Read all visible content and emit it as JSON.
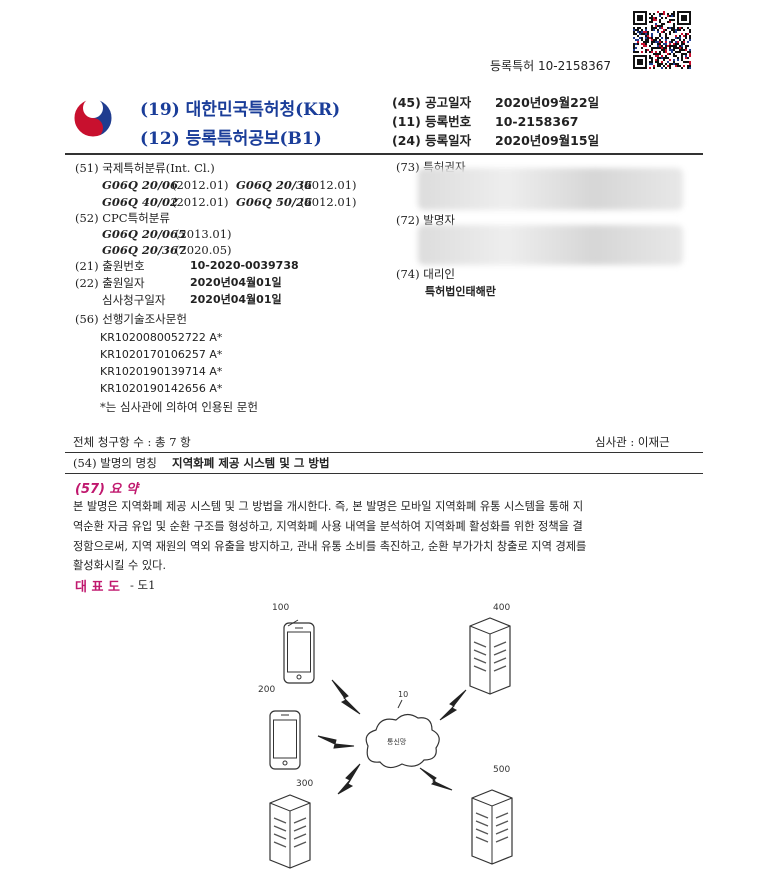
{
  "header": {
    "registration_label": "등록특허 10-2158367",
    "office": "(19) 대한민국특허청(KR)",
    "publication_type": "(12) 등록특허공보(B1)",
    "pub_date_label": "(45) 공고일자",
    "pub_date": "2020년09월22일",
    "reg_no_label": "(11) 등록번호",
    "reg_no": "10-2158367",
    "reg_date_label": "(24) 등록일자",
    "reg_date": "2020년09월15일"
  },
  "left": {
    "ipc_label": "(51) 국제특허분류(Int. Cl.)",
    "ipc": [
      {
        "code": "G06Q 20/06",
        "year": "(2012.01)"
      },
      {
        "code": "G06Q 20/36",
        "year": "(2012.01)"
      },
      {
        "code": "G06Q 40/02",
        "year": "(2012.01)"
      },
      {
        "code": "G06Q 50/26",
        "year": "(2012.01)"
      }
    ],
    "cpc_label": "(52) CPC특허분류",
    "cpc": [
      {
        "code": "G06Q 20/065",
        "year": "(2013.01)"
      },
      {
        "code": "G06Q 20/367",
        "year": "(2020.05)"
      }
    ],
    "app_no_label": "(21) 출원번호",
    "app_no": "10-2020-0039738",
    "app_date_label": "(22) 출원일자",
    "app_date": "2020년04월01일",
    "exam_date_label": "심사청구일자",
    "exam_date": "2020년04월01일",
    "prior_label": "(56) 선행기술조사문헌",
    "prior": [
      "KR1020080052722 A*",
      "KR1020170106257 A*",
      "KR1020190139714 A*",
      "KR1020190142656 A*"
    ],
    "prior_note": "*는 심사관에 의하여 인용된 문헌"
  },
  "right": {
    "owner_label": "(73) 특허권자",
    "inventor_label": "(72) 발명자",
    "agent_label": "(74) 대리인",
    "agent": "특허법인태해란"
  },
  "claims": {
    "total": "전체 청구항 수 : 총  7  항",
    "examiner": "심사관 :    이재근"
  },
  "title_label": "(54) 발명의 명칭",
  "title": "지역화폐 제공 시스템 및 그 방법",
  "abstract_label": "(57) 요 약",
  "abstract": [
    "본 발명은 지역화폐 제공 시스템 및 그 방법을 개시한다. 즉, 본 발명은 모바일 지역화폐 유통 시스템을 통해 지",
    "역순환 자금 유입 및 순환 구조를 형성하고, 지역화폐 사용 내역을 분석하여 지역화폐 활성화를 위한 정책을 결",
    "정함으로써, 지역 재원의 역외 유출을 방지하고, 관내 유통 소비를 촉진하고, 순환 부가가치 창출로 지역 경제를",
    "활성화시킬 수 있다."
  ],
  "rep_label": "대 표 도",
  "rep_value": "- 도1",
  "figure": {
    "labels": {
      "n100": "100",
      "n200": "200",
      "n300": "300",
      "n400": "400",
      "n500": "500",
      "n10": "10"
    },
    "network": "통신망"
  },
  "colors": {
    "blue": "#1a3d99",
    "pink": "#c0186e"
  }
}
